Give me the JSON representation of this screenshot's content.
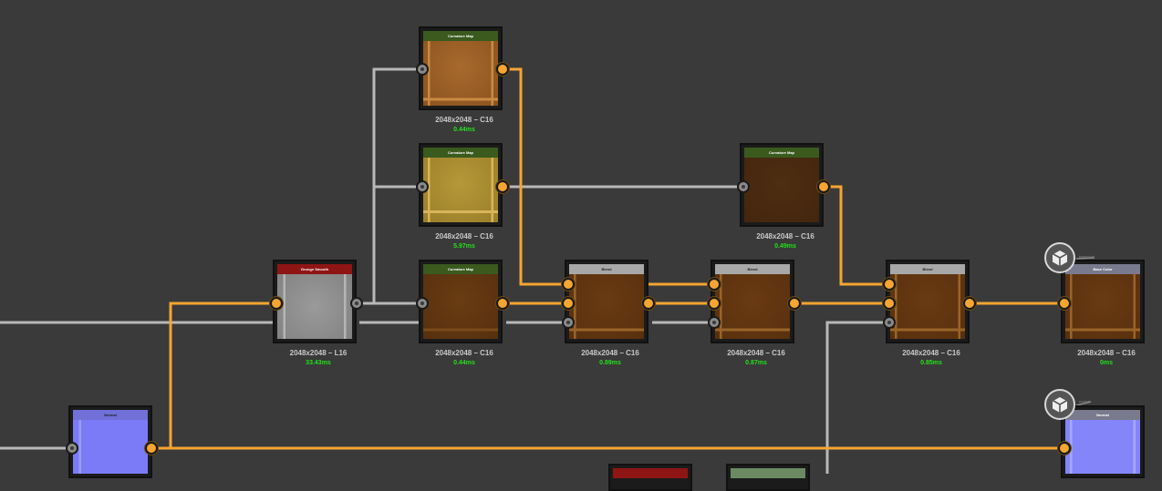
{
  "colors": {
    "background": "#3a3a3a",
    "wire_orange": "#f5a531",
    "wire_gray": "#b8b8b8",
    "timing_green": "#22e01b"
  },
  "nodes": {
    "curv_top": {
      "header": "Curvature Map",
      "size": "2048x2048 – C16",
      "timing": "0.44ms"
    },
    "curv_mid": {
      "header": "Curvature Map",
      "size": "2048x2048 – C16",
      "timing": "5.97ms"
    },
    "curv_dark": {
      "header": "Curvature Map",
      "size": "2048x2048 – C16",
      "timing": "0.49ms"
    },
    "grunge": {
      "header": "Grunge Smooth",
      "size": "2048x2048 – L16",
      "timing": "33.43ms"
    },
    "curv_low": {
      "header": "Curvature Map",
      "size": "2048x2048 – C16",
      "timing": "0.44ms"
    },
    "blend1": {
      "header": "Blend",
      "size": "2048x2048 – C16",
      "timing": "0.89ms"
    },
    "blend2": {
      "header": "Blend",
      "size": "2048x2048 – C16",
      "timing": "0.87ms"
    },
    "blend3": {
      "header": "Blend",
      "size": "2048x2048 – C16",
      "timing": "0.85ms"
    },
    "base_color": {
      "header": "Base Color",
      "size": "2048x2048 – C16",
      "timing": "0ms"
    },
    "normal_left": {
      "header": "Normal"
    },
    "normal_right": {
      "header": "Normal"
    },
    "bottom_red": {
      "header": ""
    },
    "bottom_green": {
      "header": ""
    }
  },
  "output_icons": {
    "base_color": {
      "icon": "cube-icon",
      "label": "basecolor"
    },
    "normal": {
      "icon": "cube-icon",
      "label": "normal"
    }
  }
}
